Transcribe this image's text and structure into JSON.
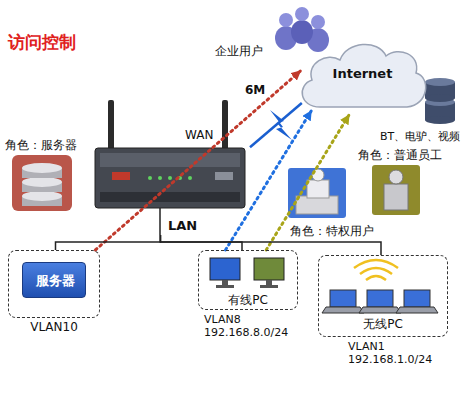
{
  "diagram": {
    "title": "访问控制",
    "nodes": [
      {
        "text": [
          "Internet"
        ]
      },
      {
        "text": [
          "WAN",
          "LAN"
        ]
      },
      {
        "text": [
          "VLAN10"
        ]
      },
      {
        "text": [
          "服务器"
        ],
        "in": 2
      },
      {
        "text": [
          "有线PC",
          "VLAN8 192.168.8.0/24"
        ]
      },
      {
        "text": [
          "无线PC",
          "VLAN1 192.168.1.0/24"
        ]
      }
    ],
    "edges": [
      {
        "from": 1,
        "to": 0,
        "arrow": "none"
      },
      {
        "from": 2,
        "to": 0,
        "arrow": "to"
      },
      {
        "from": 4,
        "to": 0,
        "arrow": "to"
      },
      {
        "from": 4,
        "to": 0,
        "arrow": "to"
      },
      {
        "from": 1,
        "to": 2,
        "arrow": "none"
      },
      {
        "from": 1,
        "to": 4,
        "arrow": "none"
      },
      {
        "from": 1,
        "to": 5,
        "arrow": "none"
      }
    ],
    "labels": [
      "企业用户",
      "6M",
      "BT、电驴、视频",
      "角色：服务器",
      "角色：普通员工",
      "角色：特权用户"
    ]
  }
}
